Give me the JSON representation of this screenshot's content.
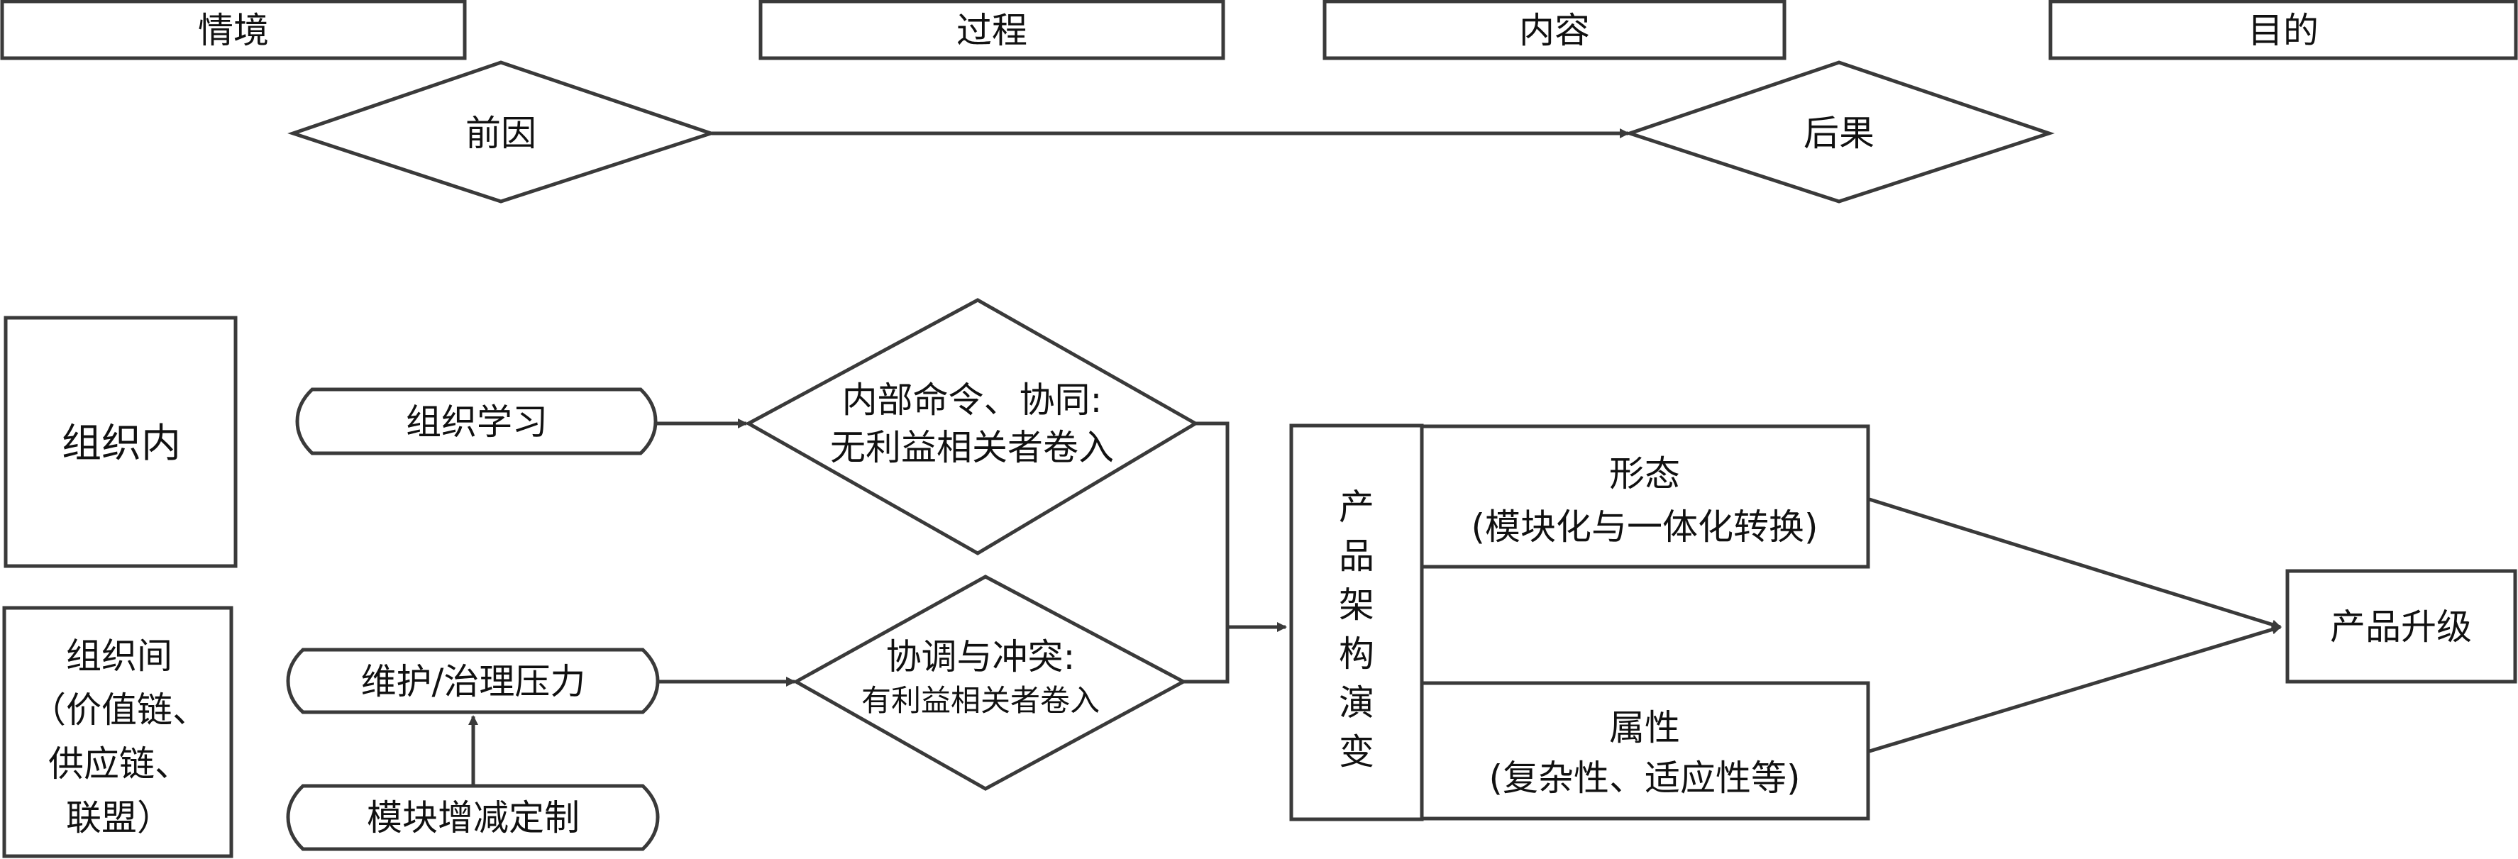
{
  "header": {
    "situation": "情境",
    "process": "过程",
    "content": "内容",
    "purpose": "目的"
  },
  "timeline": {
    "antecedent": "前因",
    "consequence": "后果"
  },
  "context": {
    "intra_org": "组织内",
    "inter_org_line1": "组织间",
    "inter_org_line2": "（价值链、",
    "inter_org_line3": "供应链、",
    "inter_org_line4": "联盟）"
  },
  "drivers": {
    "org_learning": "组织学习",
    "maintenance_pressure": "维护/治理压力",
    "module_customization": "模块增减定制"
  },
  "process_nodes": {
    "internal_line1": "内部命令、协同:",
    "internal_line2": "无利益相关者卷入",
    "external_line1": "协调与冲突:",
    "external_line2": "有利益相关者卷入"
  },
  "content": {
    "evolution_chars": [
      "产",
      "品",
      "架",
      "构",
      "演",
      "变"
    ],
    "form_title": "形态",
    "form_detail": "(模块化与一体化转换)",
    "attribute_title": "属性",
    "attribute_detail": "(复杂性、适应性等)"
  },
  "outcome": {
    "upgrade": "产品升级"
  }
}
